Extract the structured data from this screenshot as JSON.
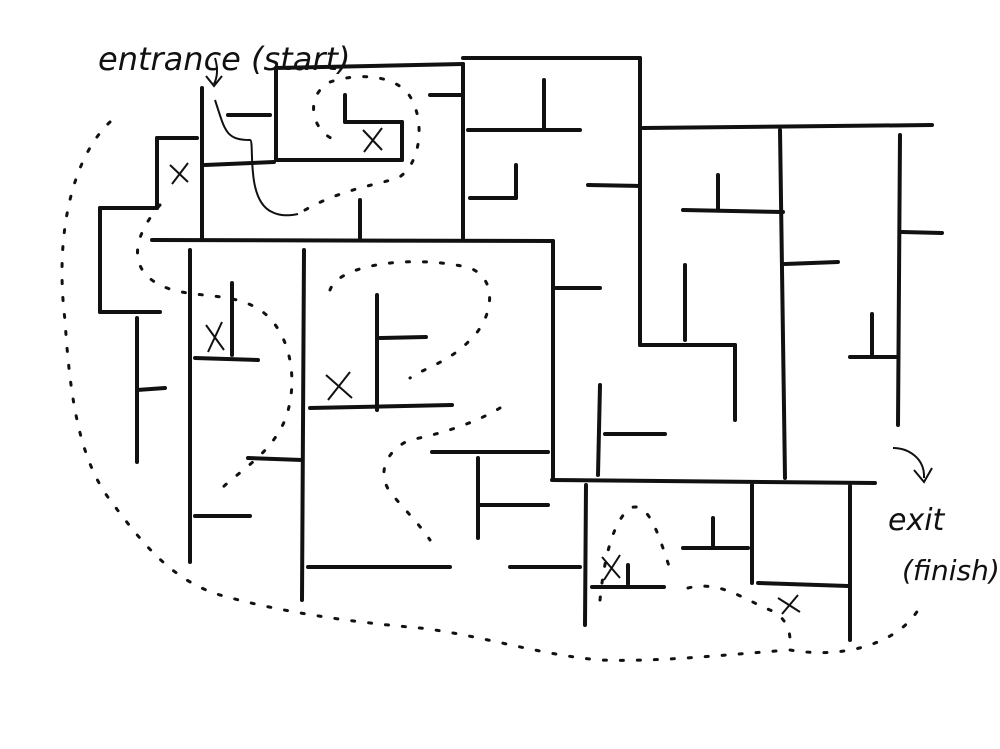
{
  "labels": {
    "entrance": "entrance (start)",
    "exit": "exit",
    "finish": "(finish)"
  },
  "markers": {
    "dead_end_mark": "X"
  },
  "colors": {
    "ink": "#111111",
    "background": "#ffffff"
  }
}
